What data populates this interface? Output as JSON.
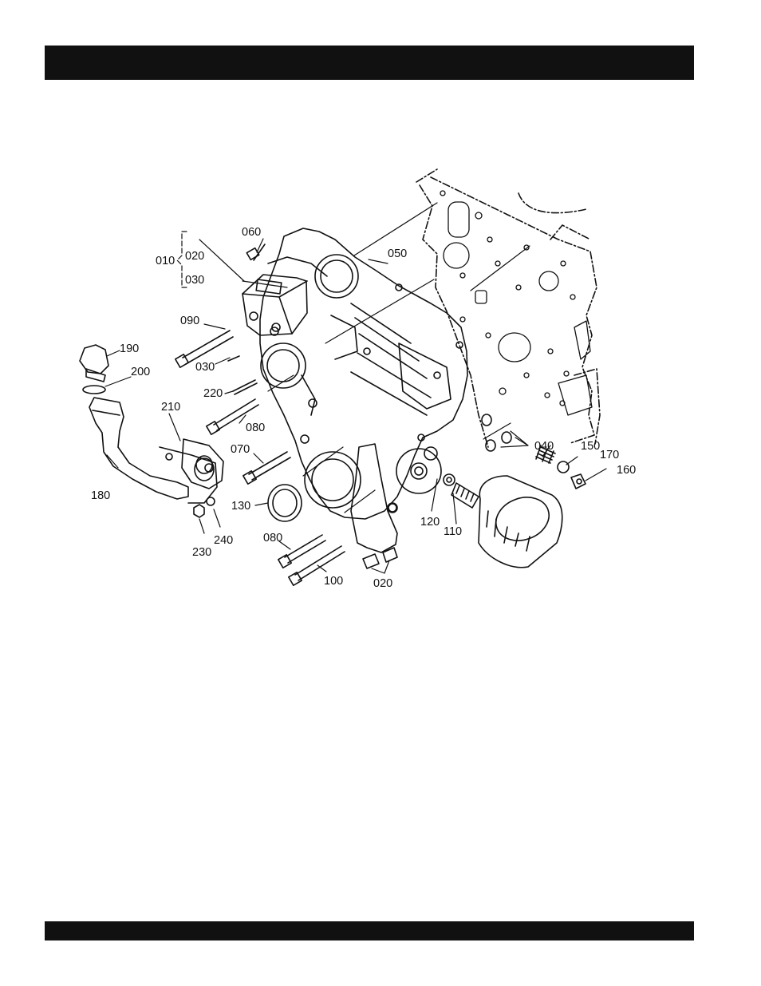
{
  "header": {
    "title": ""
  },
  "footer": {
    "text": ""
  },
  "diagram": {
    "callouts": {
      "c010": "010",
      "c020a": "020",
      "c030a": "030",
      "c060": "060",
      "c050": "050",
      "c090": "090",
      "c030b": "030",
      "c190": "190",
      "c200": "200",
      "c220": "220",
      "c210": "210",
      "c080a": "080",
      "c070": "070",
      "c040": "040",
      "c150": "150",
      "c170": "170",
      "c160": "160",
      "c180": "180",
      "c130": "130",
      "c120": "120",
      "c110": "110",
      "c230": "230",
      "c240": "240",
      "c080b": "080",
      "c100": "100",
      "c020b": "020"
    }
  }
}
